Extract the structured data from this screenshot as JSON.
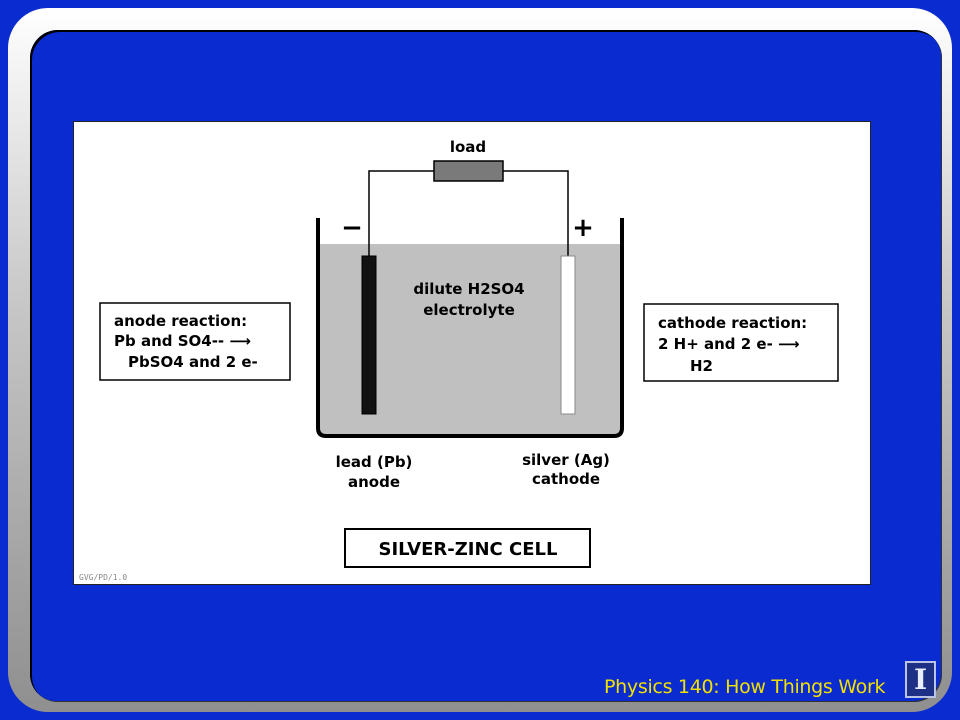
{
  "diagram": {
    "load_label": "load",
    "minus_sign": "−",
    "plus_sign": "+",
    "electrolyte_line1": "dilute H2SO4",
    "electrolyte_line2": "electrolyte",
    "anode_reaction": {
      "line1": "anode reaction:",
      "line2": "Pb and SO4--  ⟶",
      "line3": "PbSO4 and 2 e-"
    },
    "cathode_reaction": {
      "line1": "cathode reaction:",
      "line2": "2 H+ and 2 e-  ⟶",
      "line3": "H2"
    },
    "anode_label_line1": "lead (Pb)",
    "anode_label_line2": "anode",
    "cathode_label_line1": "silver (Ag)",
    "cathode_label_line2": "cathode",
    "title": "SILVER-ZINC CELL",
    "credit": "GVG/PD/1.0",
    "colors": {
      "electrolyte": "#c0c0c0",
      "load": "#7a7a7a",
      "anode": "#111111",
      "cathode": "#ffffff"
    }
  },
  "footer": {
    "course_title": "Physics 140: How Things Work",
    "logo_letter": "I"
  }
}
